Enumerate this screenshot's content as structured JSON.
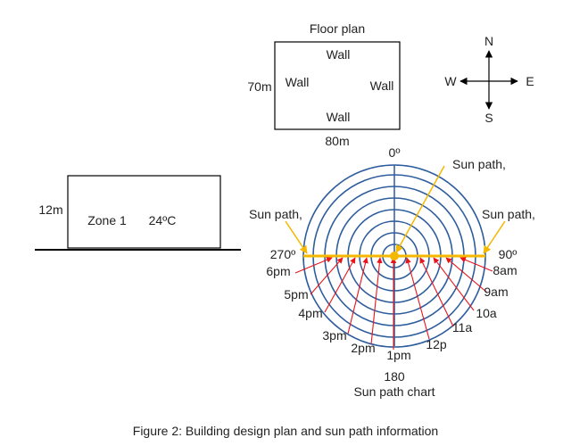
{
  "floor_plan": {
    "title": "Floor plan",
    "wall_top": "Wall",
    "wall_left": "Wall",
    "wall_right": "Wall",
    "wall_bottom": "Wall",
    "height_label": "70m",
    "width_label": "80m"
  },
  "compass": {
    "north": "N",
    "south": "S",
    "east": "E",
    "west": "W"
  },
  "zone": {
    "height_label": "12m",
    "name": "Zone 1",
    "temperature": "24ºC"
  },
  "sun_chart": {
    "top_label": "0º",
    "left_label": "270º",
    "right_label": "90º",
    "bottom_label": "180",
    "caption": "Sun path chart",
    "sun_path_top": "Sun path,",
    "sun_path_left": "Sun path,",
    "sun_path_right": "Sun path,",
    "times": [
      "6pm",
      "5pm",
      "4pm",
      "3pm",
      "2pm",
      "1pm",
      "12p",
      "11a",
      "10a",
      "9am",
      "8am"
    ]
  },
  "figure_caption": "Figure 2: Building design plan and sun path information",
  "colors": {
    "sun_path": "#f5b800",
    "rings": "#2e5d9e",
    "arrows": "#e8141b"
  }
}
